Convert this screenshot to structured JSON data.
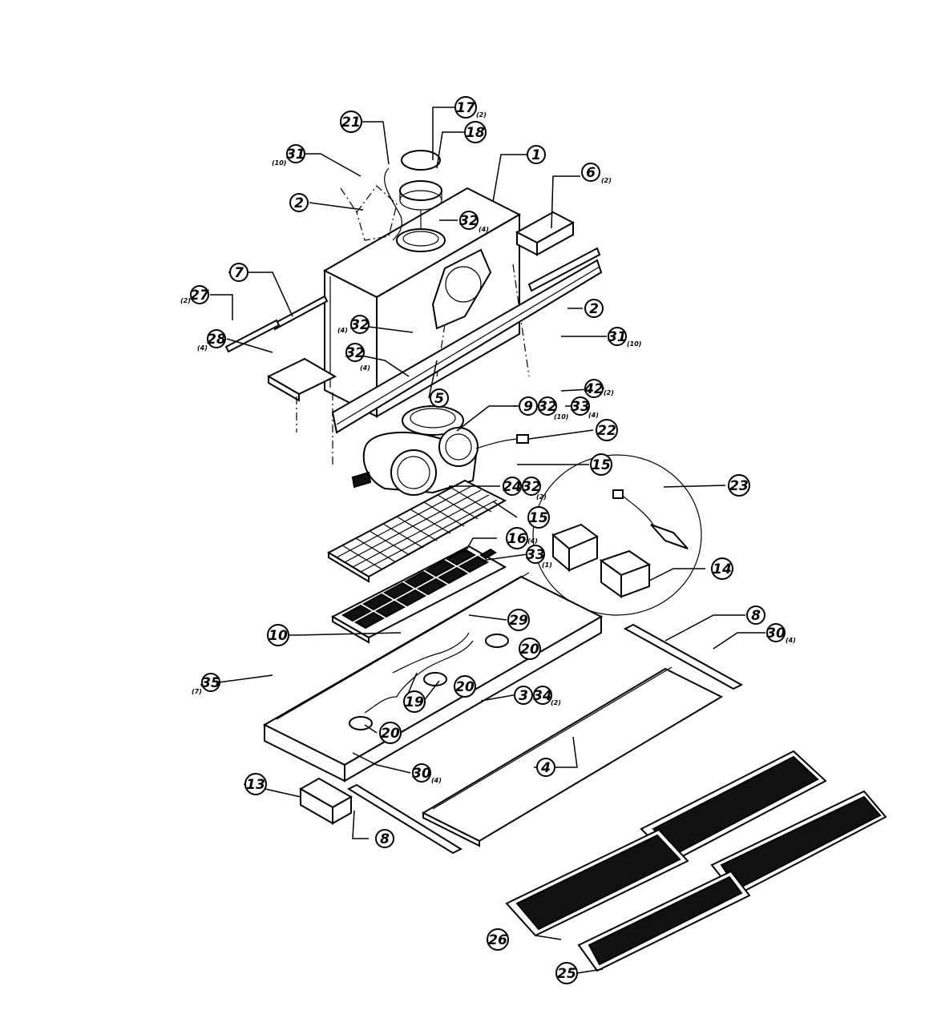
{
  "callouts": [
    {
      "id": "c1",
      "num": "1",
      "qty": ""
    },
    {
      "id": "c2a",
      "num": "2",
      "qty": ""
    },
    {
      "id": "c2b",
      "num": "2",
      "qty": ""
    },
    {
      "id": "c3",
      "num": "3",
      "qty": ""
    },
    {
      "id": "c4",
      "num": "4",
      "qty": ""
    },
    {
      "id": "c5",
      "num": "5",
      "qty": ""
    },
    {
      "id": "c6",
      "num": "6",
      "qty": "(2)"
    },
    {
      "id": "c7",
      "num": "7",
      "qty": ""
    },
    {
      "id": "c8a",
      "num": "8",
      "qty": ""
    },
    {
      "id": "c8b",
      "num": "8",
      "qty": ""
    },
    {
      "id": "c9",
      "num": "9",
      "qty": ""
    },
    {
      "id": "c10",
      "num": "10",
      "qty": ""
    },
    {
      "id": "c13",
      "num": "13",
      "qty": ""
    },
    {
      "id": "c14",
      "num": "14",
      "qty": ""
    },
    {
      "id": "c15a",
      "num": "15",
      "qty": ""
    },
    {
      "id": "c15b",
      "num": "15",
      "qty": ""
    },
    {
      "id": "c16",
      "num": "16",
      "qty": "(4)"
    },
    {
      "id": "c17",
      "num": "17",
      "qty": "(2)"
    },
    {
      "id": "c18",
      "num": "18",
      "qty": ""
    },
    {
      "id": "c19",
      "num": "19",
      "qty": ""
    },
    {
      "id": "c20a",
      "num": "20",
      "qty": ""
    },
    {
      "id": "c20b",
      "num": "20",
      "qty": ""
    },
    {
      "id": "c20c",
      "num": "20",
      "qty": ""
    },
    {
      "id": "c21",
      "num": "21",
      "qty": ""
    },
    {
      "id": "c22",
      "num": "22",
      "qty": ""
    },
    {
      "id": "c23",
      "num": "23",
      "qty": ""
    },
    {
      "id": "c24",
      "num": "24",
      "qty": ""
    },
    {
      "id": "c25",
      "num": "25",
      "qty": ""
    },
    {
      "id": "c26",
      "num": "26",
      "qty": ""
    },
    {
      "id": "c27",
      "num": "27",
      "qty": "(2)"
    },
    {
      "id": "c28",
      "num": "28",
      "qty": "(4)"
    },
    {
      "id": "c29",
      "num": "29",
      "qty": ""
    },
    {
      "id": "c30a",
      "num": "30",
      "qty": "(4)"
    },
    {
      "id": "c30b",
      "num": "30",
      "qty": "(4)"
    },
    {
      "id": "c31a",
      "num": "31",
      "qty": "(10)"
    },
    {
      "id": "c31b",
      "num": "31",
      "qty": "(10)"
    },
    {
      "id": "c32a",
      "num": "32",
      "qty": "(4)"
    },
    {
      "id": "c32b",
      "num": "32",
      "qty": "(4)"
    },
    {
      "id": "c32c",
      "num": "32",
      "qty": "(4)"
    },
    {
      "id": "c32d",
      "num": "32",
      "qty": "(10)"
    },
    {
      "id": "c32e",
      "num": "32",
      "qty": "(2)"
    },
    {
      "id": "c33a",
      "num": "33",
      "qty": "(4)"
    },
    {
      "id": "c33b",
      "num": "33",
      "qty": "(1)"
    },
    {
      "id": "c34",
      "num": "34",
      "qty": "(2)"
    },
    {
      "id": "c35",
      "num": "35",
      "qty": "(7)"
    },
    {
      "id": "c42",
      "num": "42",
      "qty": "(2)"
    }
  ]
}
